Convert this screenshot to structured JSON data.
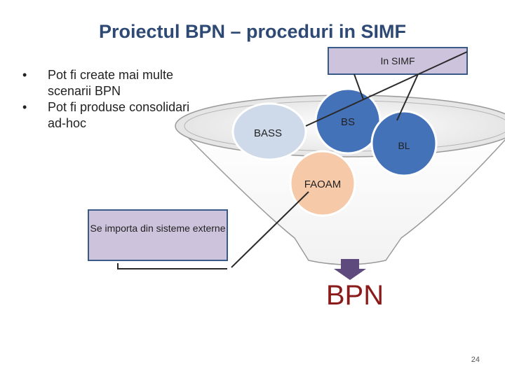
{
  "title": "Proiectul BPN – proceduri in SIMF",
  "bullets": [
    "Pot fi create mai multe scenarii BPN",
    "Pot fi produse consolidari ad-hoc"
  ],
  "diagram": {
    "simf_box": "In SIMF",
    "import_box": "Se importa din sisteme externe",
    "circles": {
      "bass": "BASS",
      "bs": "BS",
      "bl": "BL",
      "faoam": "FAOAM"
    },
    "output": "BPN"
  },
  "colors": {
    "title": "#2e4a74",
    "box_fill": "#cdc3dc",
    "box_border": "#3a5a8a",
    "blue": "#4472b8",
    "peach": "#f6c9a8",
    "arrow": "#5e4a7c",
    "output_text": "#8b1a1a"
  },
  "page_number": "24"
}
